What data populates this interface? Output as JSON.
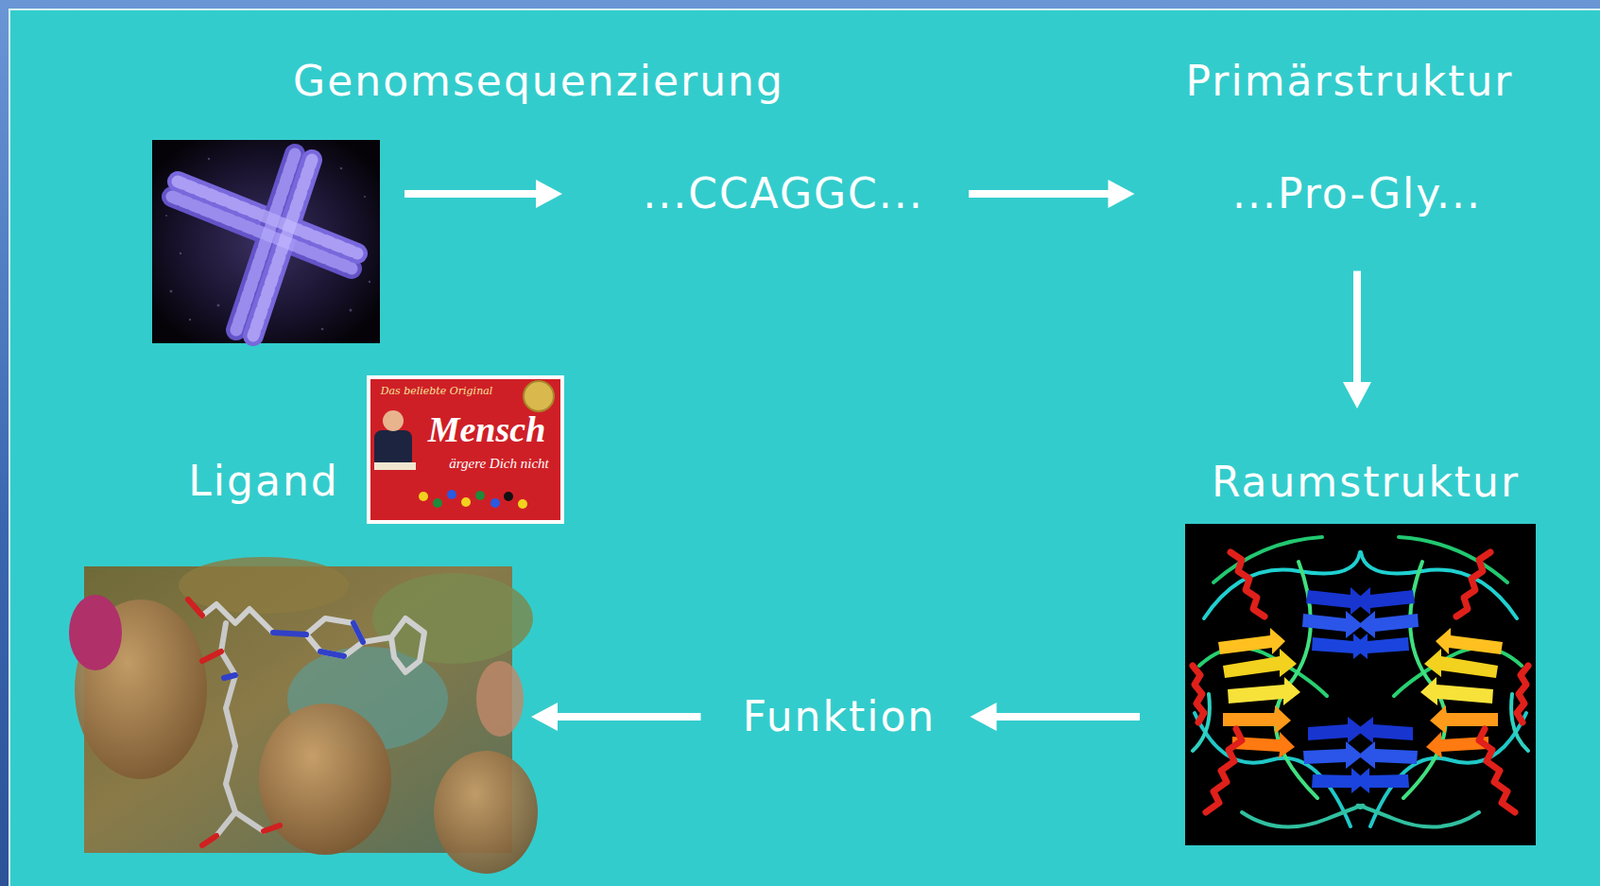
{
  "diagram": {
    "nodes": [
      {
        "text": [
          "Genomsequenzierung"
        ]
      },
      {
        "text": [
          "...CCAGGC..."
        ]
      },
      {
        "text": [
          "Primärstruktur",
          "...Pro-Gly..."
        ]
      },
      {
        "text": [
          "Raumstruktur"
        ]
      },
      {
        "text": [
          "Funktion"
        ]
      },
      {
        "text": [
          "Ligand"
        ]
      }
    ],
    "edges": [
      {
        "from": 0,
        "to": 1,
        "arrow": "to"
      },
      {
        "from": 1,
        "to": 2,
        "arrow": "to"
      },
      {
        "from": 2,
        "to": 3,
        "arrow": "to"
      },
      {
        "from": 3,
        "to": 4,
        "arrow": "to"
      },
      {
        "from": 4,
        "to": 5,
        "arrow": "to"
      }
    ],
    "labels": [
      "Das beliebte Original",
      "Mensch",
      "ärgere Dich nicht"
    ]
  }
}
